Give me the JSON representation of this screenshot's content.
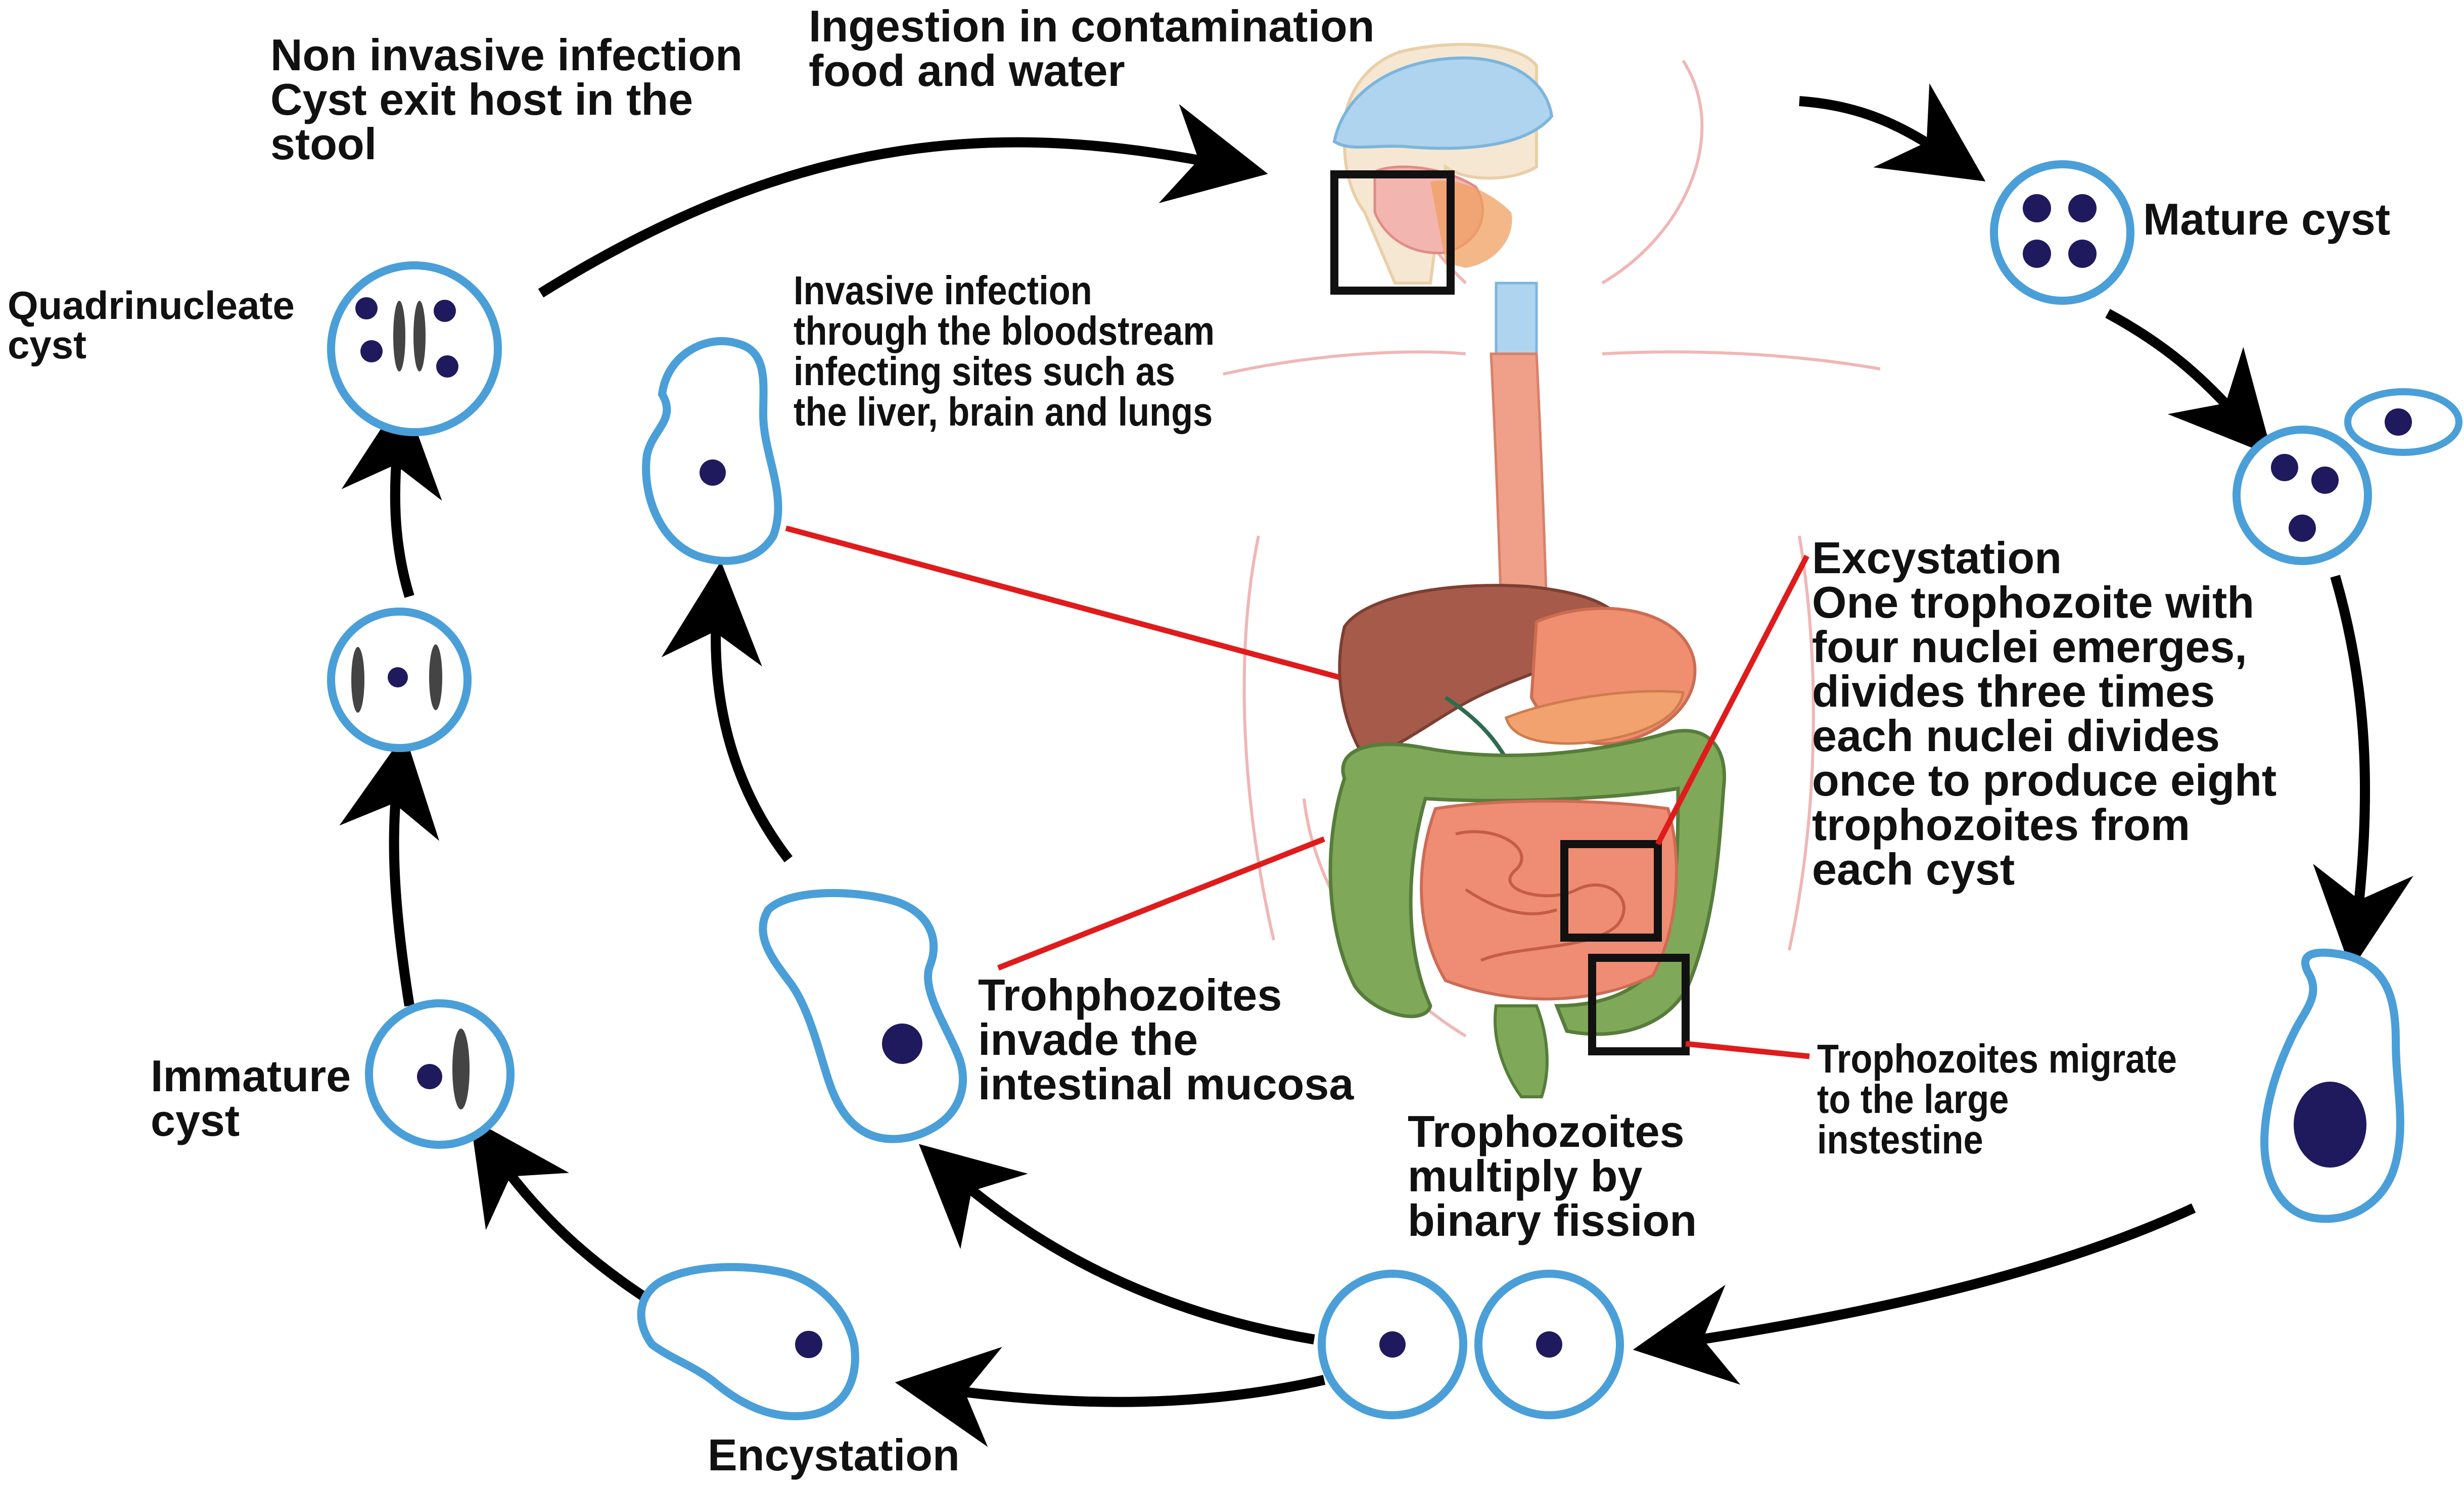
{
  "labels": {
    "non_invasive": [
      "Non invasive infection",
      "Cyst exit host in the",
      "stool"
    ],
    "ingestion": [
      "Ingestion in contamination",
      "food and water"
    ],
    "mature_cyst": [
      "Mature cyst"
    ],
    "quadrinucleate": [
      "Quadrinucleate",
      "cyst"
    ],
    "invasive": [
      "Invasive infection",
      "through the bloodstream",
      "infecting sites such as",
      "the liver, brain and lungs"
    ],
    "excystation": [
      "Excystation",
      "One trophozoite with",
      "four nuclei emerges,",
      "divides three times",
      "each nuclei divides",
      "once to produce eight",
      "trophozoites from",
      "each cyst"
    ],
    "invade_mucosa": [
      "Trohphozoites",
      "invade the",
      "intestinal mucosa"
    ],
    "migrate": [
      "Trophozoites migrate",
      "to the large",
      "instestine"
    ],
    "immature_cyst": [
      "Immature",
      "cyst"
    ],
    "multiply": [
      "Trophozoites",
      "multiply by",
      "binary fission"
    ],
    "encystation": [
      "Encystation"
    ]
  },
  "colors": {
    "cyst_outline": "#4a9fd8",
    "nucleus": "#1f1a5e",
    "arrow": "#000000",
    "pointer_line": "#e01b1b",
    "marker_box": "#111111",
    "liver": "#a65a4a",
    "small_intestine": "#ef8c74",
    "large_intestine": "#7fa858",
    "esophagus": "#f0a088"
  },
  "icons": [
    "cycle-arrow",
    "cyst-circle",
    "trophozoite-shape",
    "digestive-system-illustration",
    "marker-box"
  ]
}
